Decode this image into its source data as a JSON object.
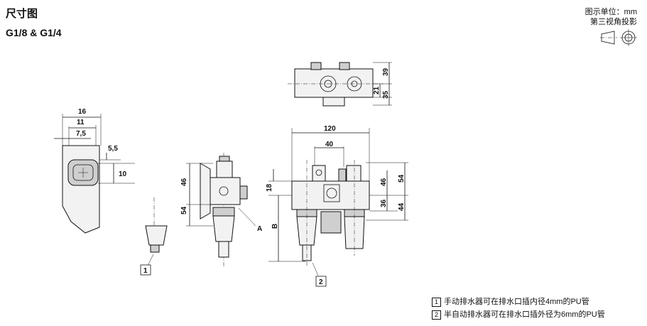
{
  "header": {
    "title": "尺寸图",
    "subtitle": "G1/8 & G1/4",
    "unit_line1": "图示单位：mm",
    "unit_line2": "第三视角投影"
  },
  "dims": {
    "d16": "16",
    "d11": "11",
    "d7_5": "7,5",
    "d5_5": "5,5",
    "d10": "10",
    "d120": "120",
    "d40": "40",
    "d39": "39",
    "d21": "21",
    "d35": "35",
    "d46a": "46",
    "d54a": "54",
    "d18": "18",
    "labelA": "A",
    "labelB": "B",
    "d46b": "46",
    "d54b": "54",
    "d36": "36",
    "d44": "44"
  },
  "callouts": {
    "c1": "1",
    "c2": "2"
  },
  "notes": [
    {
      "num": "1",
      "text": "手动排水器可在排水口插内径4mm的PU管"
    },
    {
      "num": "2",
      "text": "半自动排水器可在排水口插外径为6mm的PU管"
    }
  ]
}
